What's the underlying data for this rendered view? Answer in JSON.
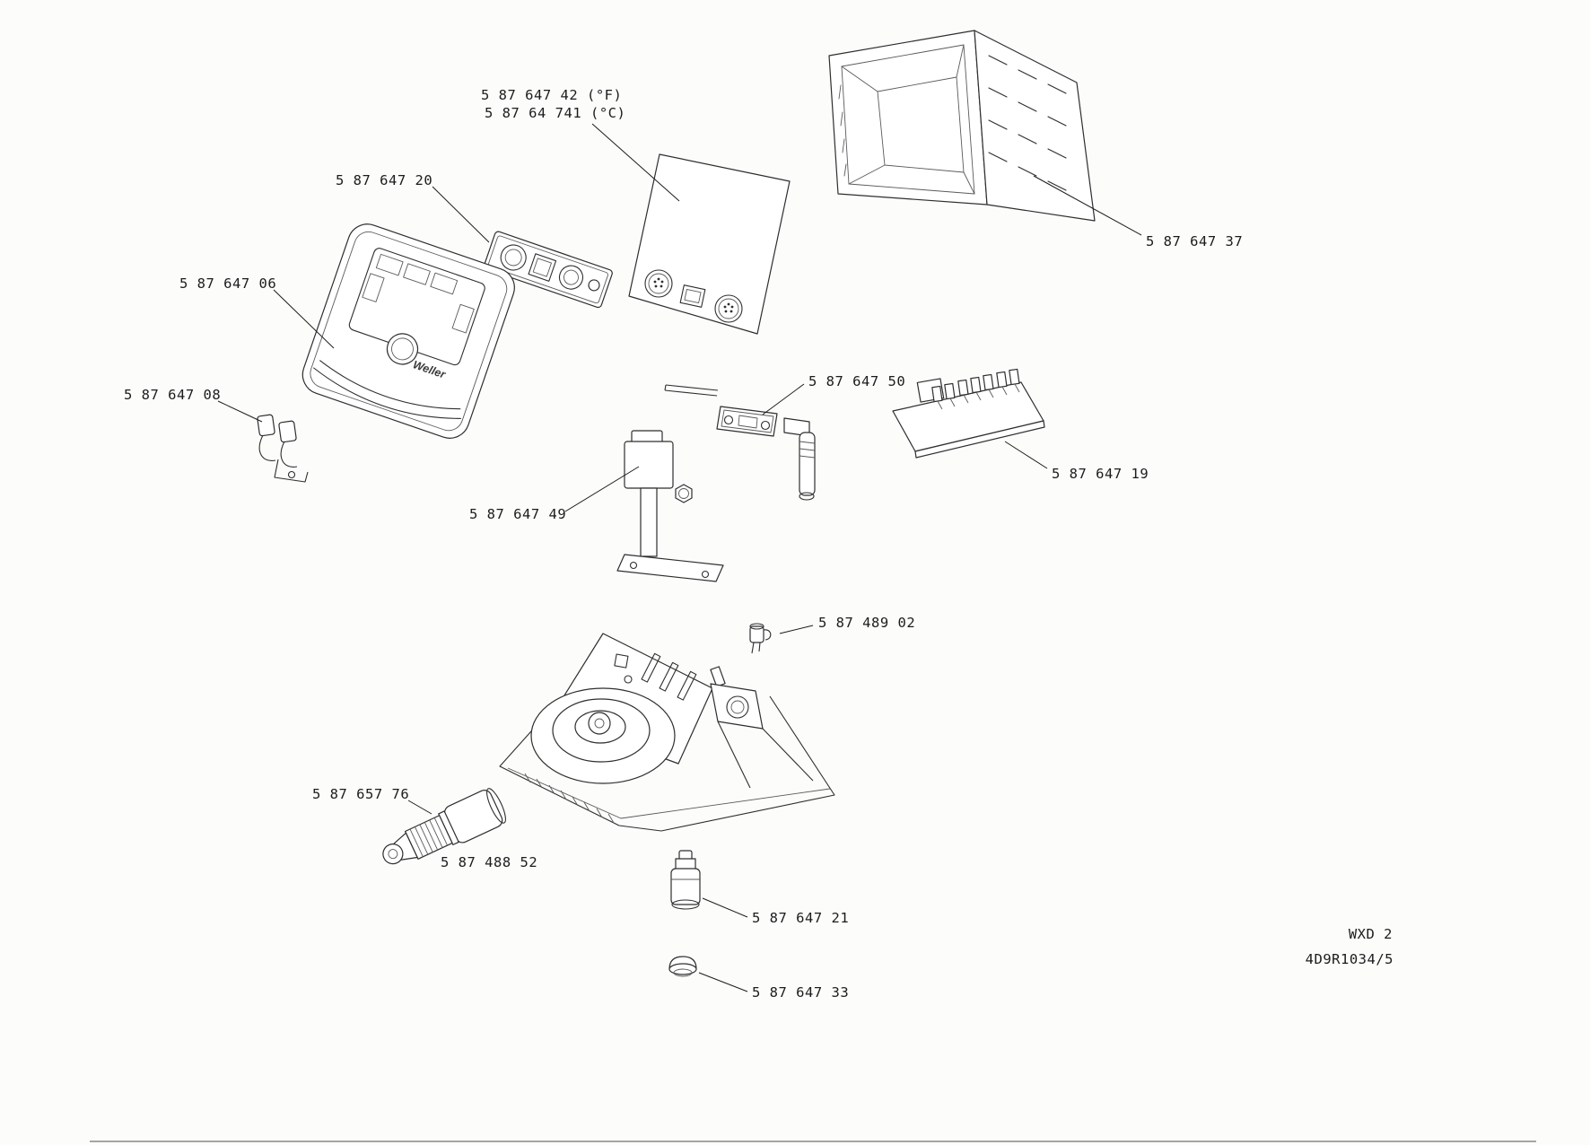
{
  "diagram": {
    "product": "WXD 2",
    "drawing_number": "4D9R1034/5",
    "logo": "Weller",
    "labels": [
      {
        "part": "rear-panel-fahrenheit",
        "text": "5 87 647 42 (°F)"
      },
      {
        "part": "rear-panel-celsius",
        "text": "5 87 64 741 (°C)"
      },
      {
        "part": "control-strip",
        "text": "5 87 647 20"
      },
      {
        "part": "front-panel",
        "text": "5 87 647 06"
      },
      {
        "part": "cable-clip",
        "text": "5 87 647 08"
      },
      {
        "part": "housing",
        "text": "5 87 647 37"
      },
      {
        "part": "tube-connector",
        "text": "5 87 647 50"
      },
      {
        "part": "pcb",
        "text": "5 87 647 19"
      },
      {
        "part": "solenoid-valve",
        "text": "5 87 647 49"
      },
      {
        "part": "clip",
        "text": "5 87 489 02"
      },
      {
        "part": "nozzle-assembly",
        "text": "5 87 657 76"
      },
      {
        "part": "barrel",
        "text": "5 87 488 52"
      },
      {
        "part": "filter-cartridge",
        "text": "5 87 647 21"
      },
      {
        "part": "cap",
        "text": "5 87 647 33"
      }
    ]
  }
}
